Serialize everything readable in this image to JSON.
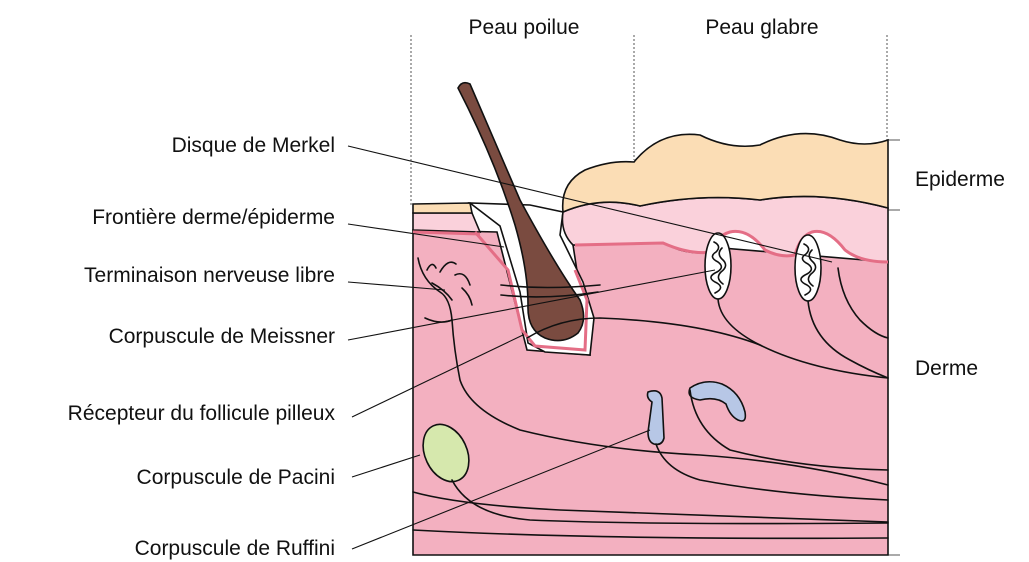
{
  "column_headers": {
    "hairy": "Peau poilue",
    "glabrous": "Peau glabre"
  },
  "layers": {
    "epidermis": "Epiderme",
    "dermis": "Derme"
  },
  "structures": [
    {
      "key": "merkel",
      "label": "Disque de Merkel"
    },
    {
      "key": "boundary",
      "label": "Frontière derme/épiderme"
    },
    {
      "key": "free_ending",
      "label": "Terminaison nerveuse libre"
    },
    {
      "key": "meissner",
      "label": "Corpuscule de Meissner"
    },
    {
      "key": "follicle",
      "label": "Récepteur du follicule pilleux"
    },
    {
      "key": "pacini",
      "label": "Corpuscule de Pacini"
    },
    {
      "key": "ruffini",
      "label": "Corpuscule de Ruffini"
    }
  ],
  "colors": {
    "dermis": "#F3B0C0",
    "dermis_line": "#E46E86",
    "epidermis_glabrous": "#FAD1DB",
    "stratum_corneum": "#FBDDB5",
    "hair": "#7A4B40",
    "pacini": "#D6E8AD",
    "ruffini": "#B7C7E6"
  }
}
